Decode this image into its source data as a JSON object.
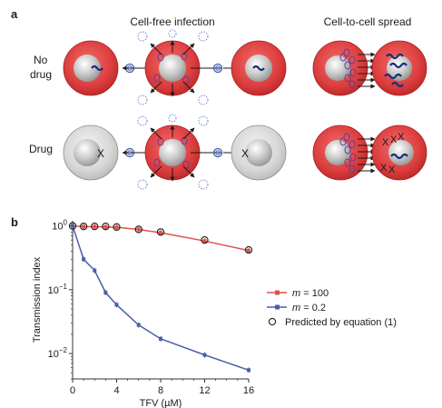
{
  "panels": {
    "a": {
      "letter": "a",
      "header_left": "Cell-free infection",
      "header_right": "Cell-to-cell spread",
      "row_top_label_line1": "No",
      "row_top_label_line2": "drug",
      "row_bottom_label": "Drug",
      "blocked_mark": "X"
    },
    "b": {
      "letter": "b"
    }
  },
  "chart_data": {
    "type": "line",
    "xlabel": "TFV (µM)",
    "ylabel": "Transmission index",
    "xlim": [
      0,
      16
    ],
    "ylim": [
      0.004,
      1.2
    ],
    "yscale": "log",
    "x_ticks": [
      "0",
      "4",
      "8",
      "12",
      "16"
    ],
    "y_ticks": [
      {
        "base": "10",
        "exp": "0"
      },
      {
        "base": "10",
        "exp": "−1"
      },
      {
        "base": "10",
        "exp": "−2"
      }
    ],
    "x": [
      0,
      1,
      2,
      3,
      4,
      6,
      8,
      12,
      16
    ],
    "series": [
      {
        "name": "m = 100",
        "name_italic": "m",
        "name_rest": " = 100",
        "color": "#e0504a",
        "values": [
          1.0,
          0.97,
          0.97,
          0.96,
          0.95,
          0.88,
          0.78,
          0.58,
          0.41
        ],
        "points_x": [
          0,
          1,
          2,
          3,
          4,
          6,
          8,
          12,
          16
        ]
      },
      {
        "name": "m = 0.2",
        "name_italic": "m",
        "name_rest": " = 0.2",
        "color": "#4a5fa8",
        "values": [
          1.0,
          0.3,
          0.2,
          0.09,
          0.058,
          0.028,
          0.017,
          0.0095,
          0.0055
        ],
        "points_x": [
          0,
          1,
          2,
          3,
          4,
          6,
          8,
          12,
          16
        ]
      },
      {
        "name": "Predicted by equation (1)",
        "marker": "open-circle",
        "values": [
          1.0,
          0.98,
          0.98,
          0.98,
          0.96,
          0.88,
          0.8,
          0.6,
          0.42
        ],
        "points_x": [
          0,
          1,
          2,
          3,
          4,
          6,
          8,
          12,
          16
        ]
      }
    ],
    "legend_placement": "right"
  }
}
